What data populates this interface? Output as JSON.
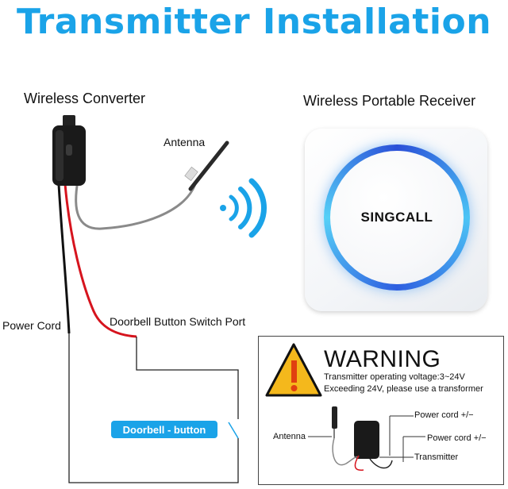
{
  "title": "Transmitter Installation",
  "labels": {
    "wireless_converter": "Wireless Converter",
    "wireless_receiver": "Wireless Portable Receiver",
    "antenna": "Antenna",
    "power_cord": "Power Cord",
    "doorbell_port": "Doorbell Button Switch Port"
  },
  "receiver": {
    "brand": "SINGCALL"
  },
  "doorbell_button": {
    "label": "Doorbell - button"
  },
  "warning": {
    "heading": "WARNING",
    "line1": "Transmitter operating voltage:3~24V",
    "line2": "Exceeding 24V, please use a transformer",
    "antenna": "Antenna",
    "power_cord_1": "Power cord  +/−",
    "power_cord_2": "Power cord  +/−",
    "transmitter": "Transmitter"
  },
  "colors": {
    "accent": "#1aa3e8",
    "wire_red": "#d6141e",
    "wire_black": "#111111",
    "wire_grey": "#8a8a8a",
    "warning_yellow": "#f4b81c"
  }
}
